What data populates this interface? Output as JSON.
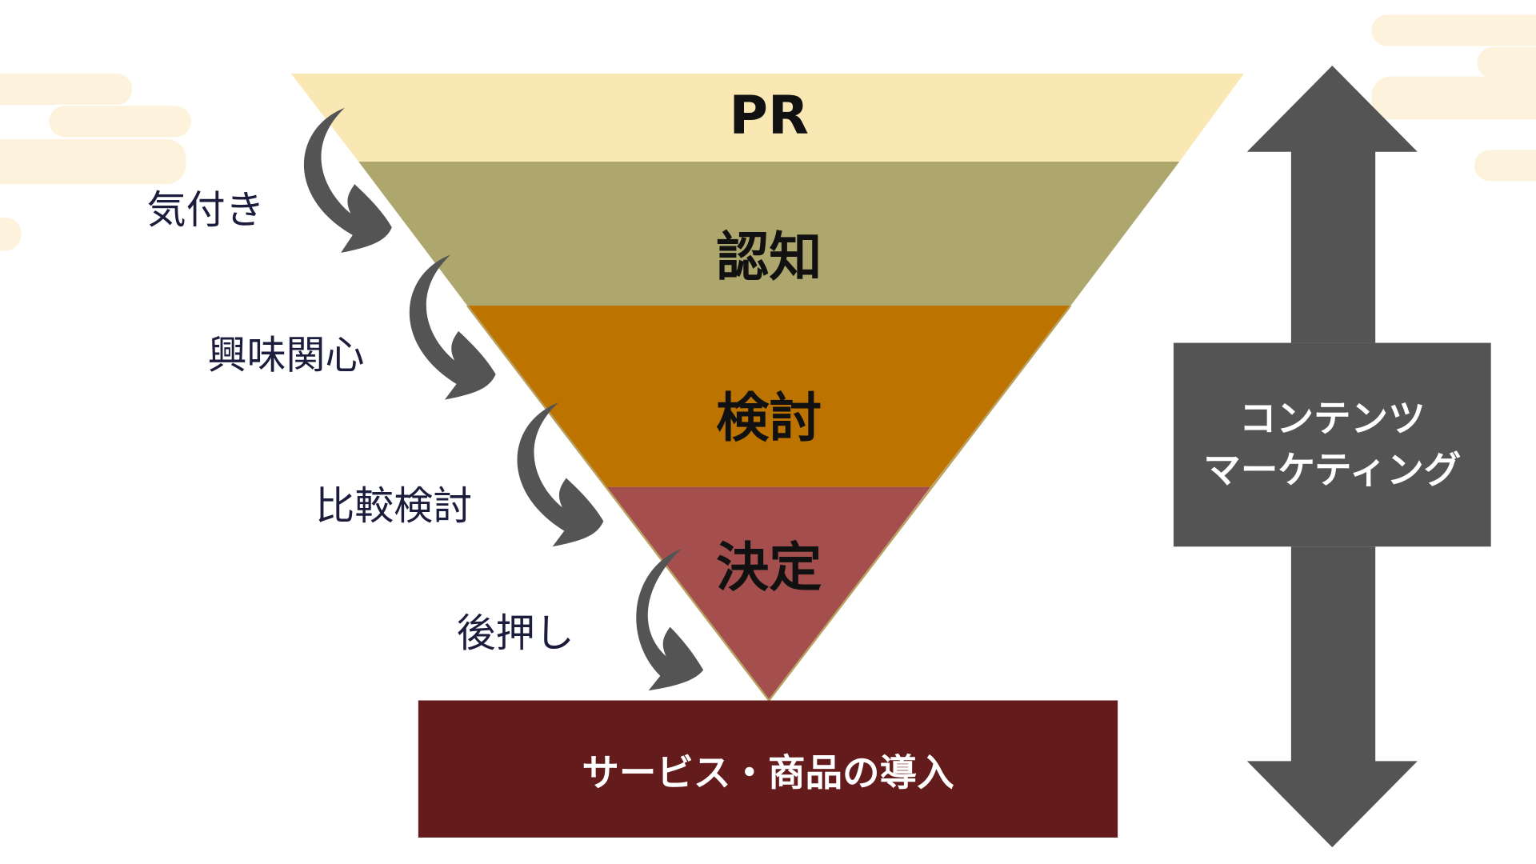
{
  "funnel": {
    "stages": [
      {
        "label": "PR",
        "color": "#fae8b4"
      },
      {
        "label": "認知",
        "color": "#ada66d"
      },
      {
        "label": "検討",
        "color": "#bc7300"
      },
      {
        "label": "決定",
        "color": "#a54e4e"
      }
    ],
    "result": {
      "label": "サービス・商品の導入",
      "color": "#641b1c"
    }
  },
  "steps": [
    "気付き",
    "興味関心",
    "比較検討",
    "後押し"
  ],
  "side": {
    "line1": "コンテンツ",
    "line2": "マーケティング",
    "color": "#545454"
  }
}
